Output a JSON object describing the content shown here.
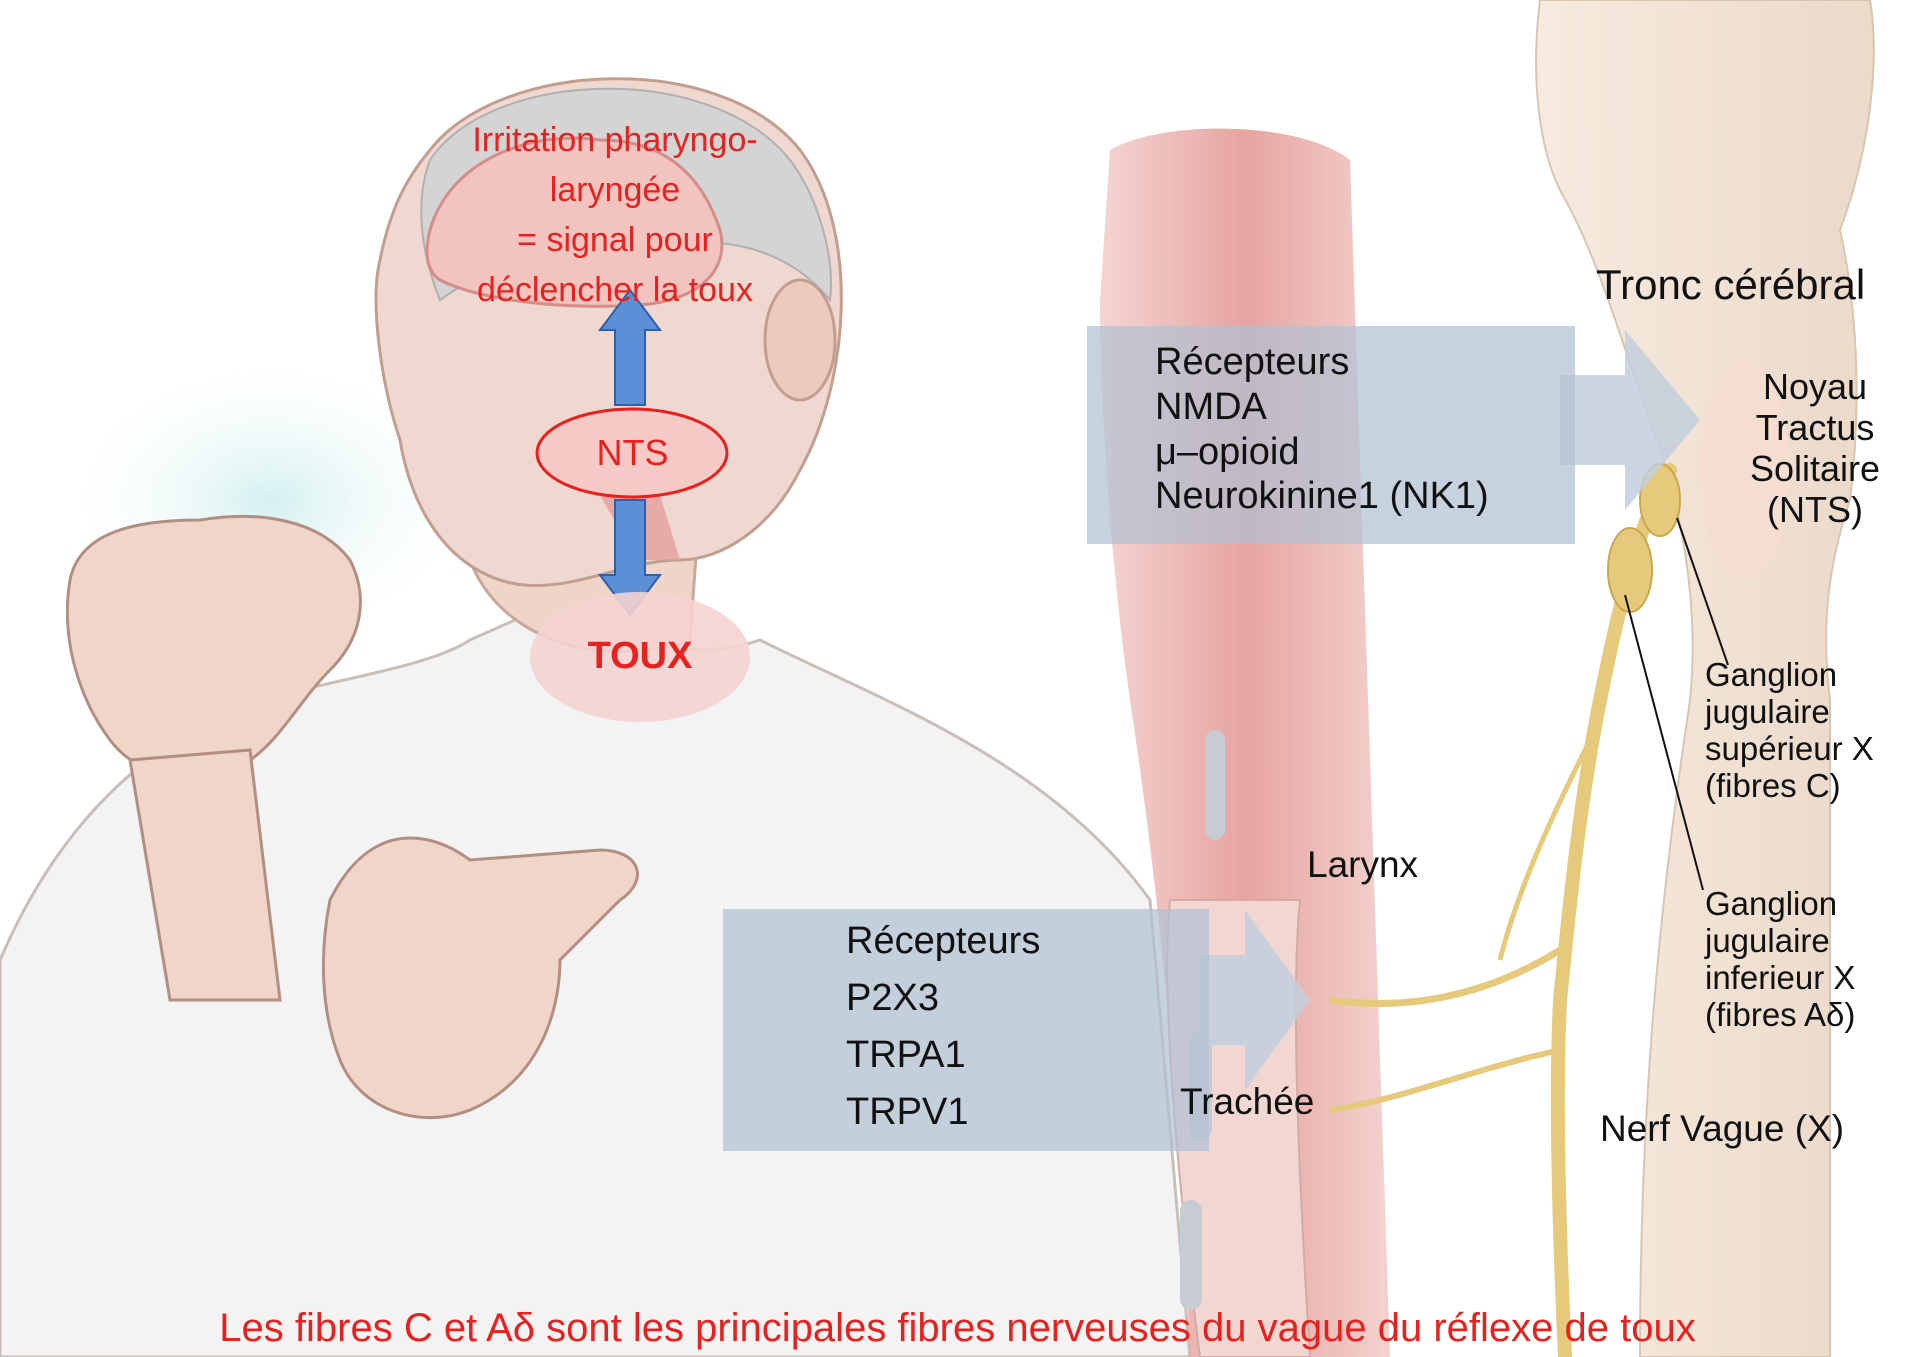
{
  "irritation_lines": [
    "Irritation pharyngo-",
    "laryngée",
    "= signal pour",
    "déclencher la toux"
  ],
  "nts_label": "NTS",
  "toux_label": "TOUX",
  "tronc_label": "Tronc cérébral",
  "receptors_top": [
    "Récepteurs",
    "NMDA",
    "μ–opioid",
    "Neurokinine1 (NK1)"
  ],
  "noyau_lines": [
    "Noyau",
    "Tractus",
    "Solitaire",
    "(NTS)"
  ],
  "ganglion_sup_lines": [
    "Ganglion",
    "jugulaire",
    "supérieur X",
    "(fibres C)"
  ],
  "ganglion_inf_lines": [
    "Ganglion",
    "jugulaire",
    "inferieur X",
    "(fibres Aδ)"
  ],
  "larynx_label": "Larynx",
  "receptors_bottom": [
    "Récepteurs",
    "P2X3",
    "TRPA1",
    "TRPV1"
  ],
  "trachee_label": "Trachée",
  "nerf_label": "Nerf Vague (X)",
  "footer": "Les fibres C et Aδ sont les principales fibres nerveuses du vague du réflexe de toux",
  "colors": {
    "red_text": "#e8201e",
    "arrow_blue": "#5b8fd6",
    "ellipse_pink": "#f4c9c6",
    "box_gray": "#b2c1d3"
  }
}
